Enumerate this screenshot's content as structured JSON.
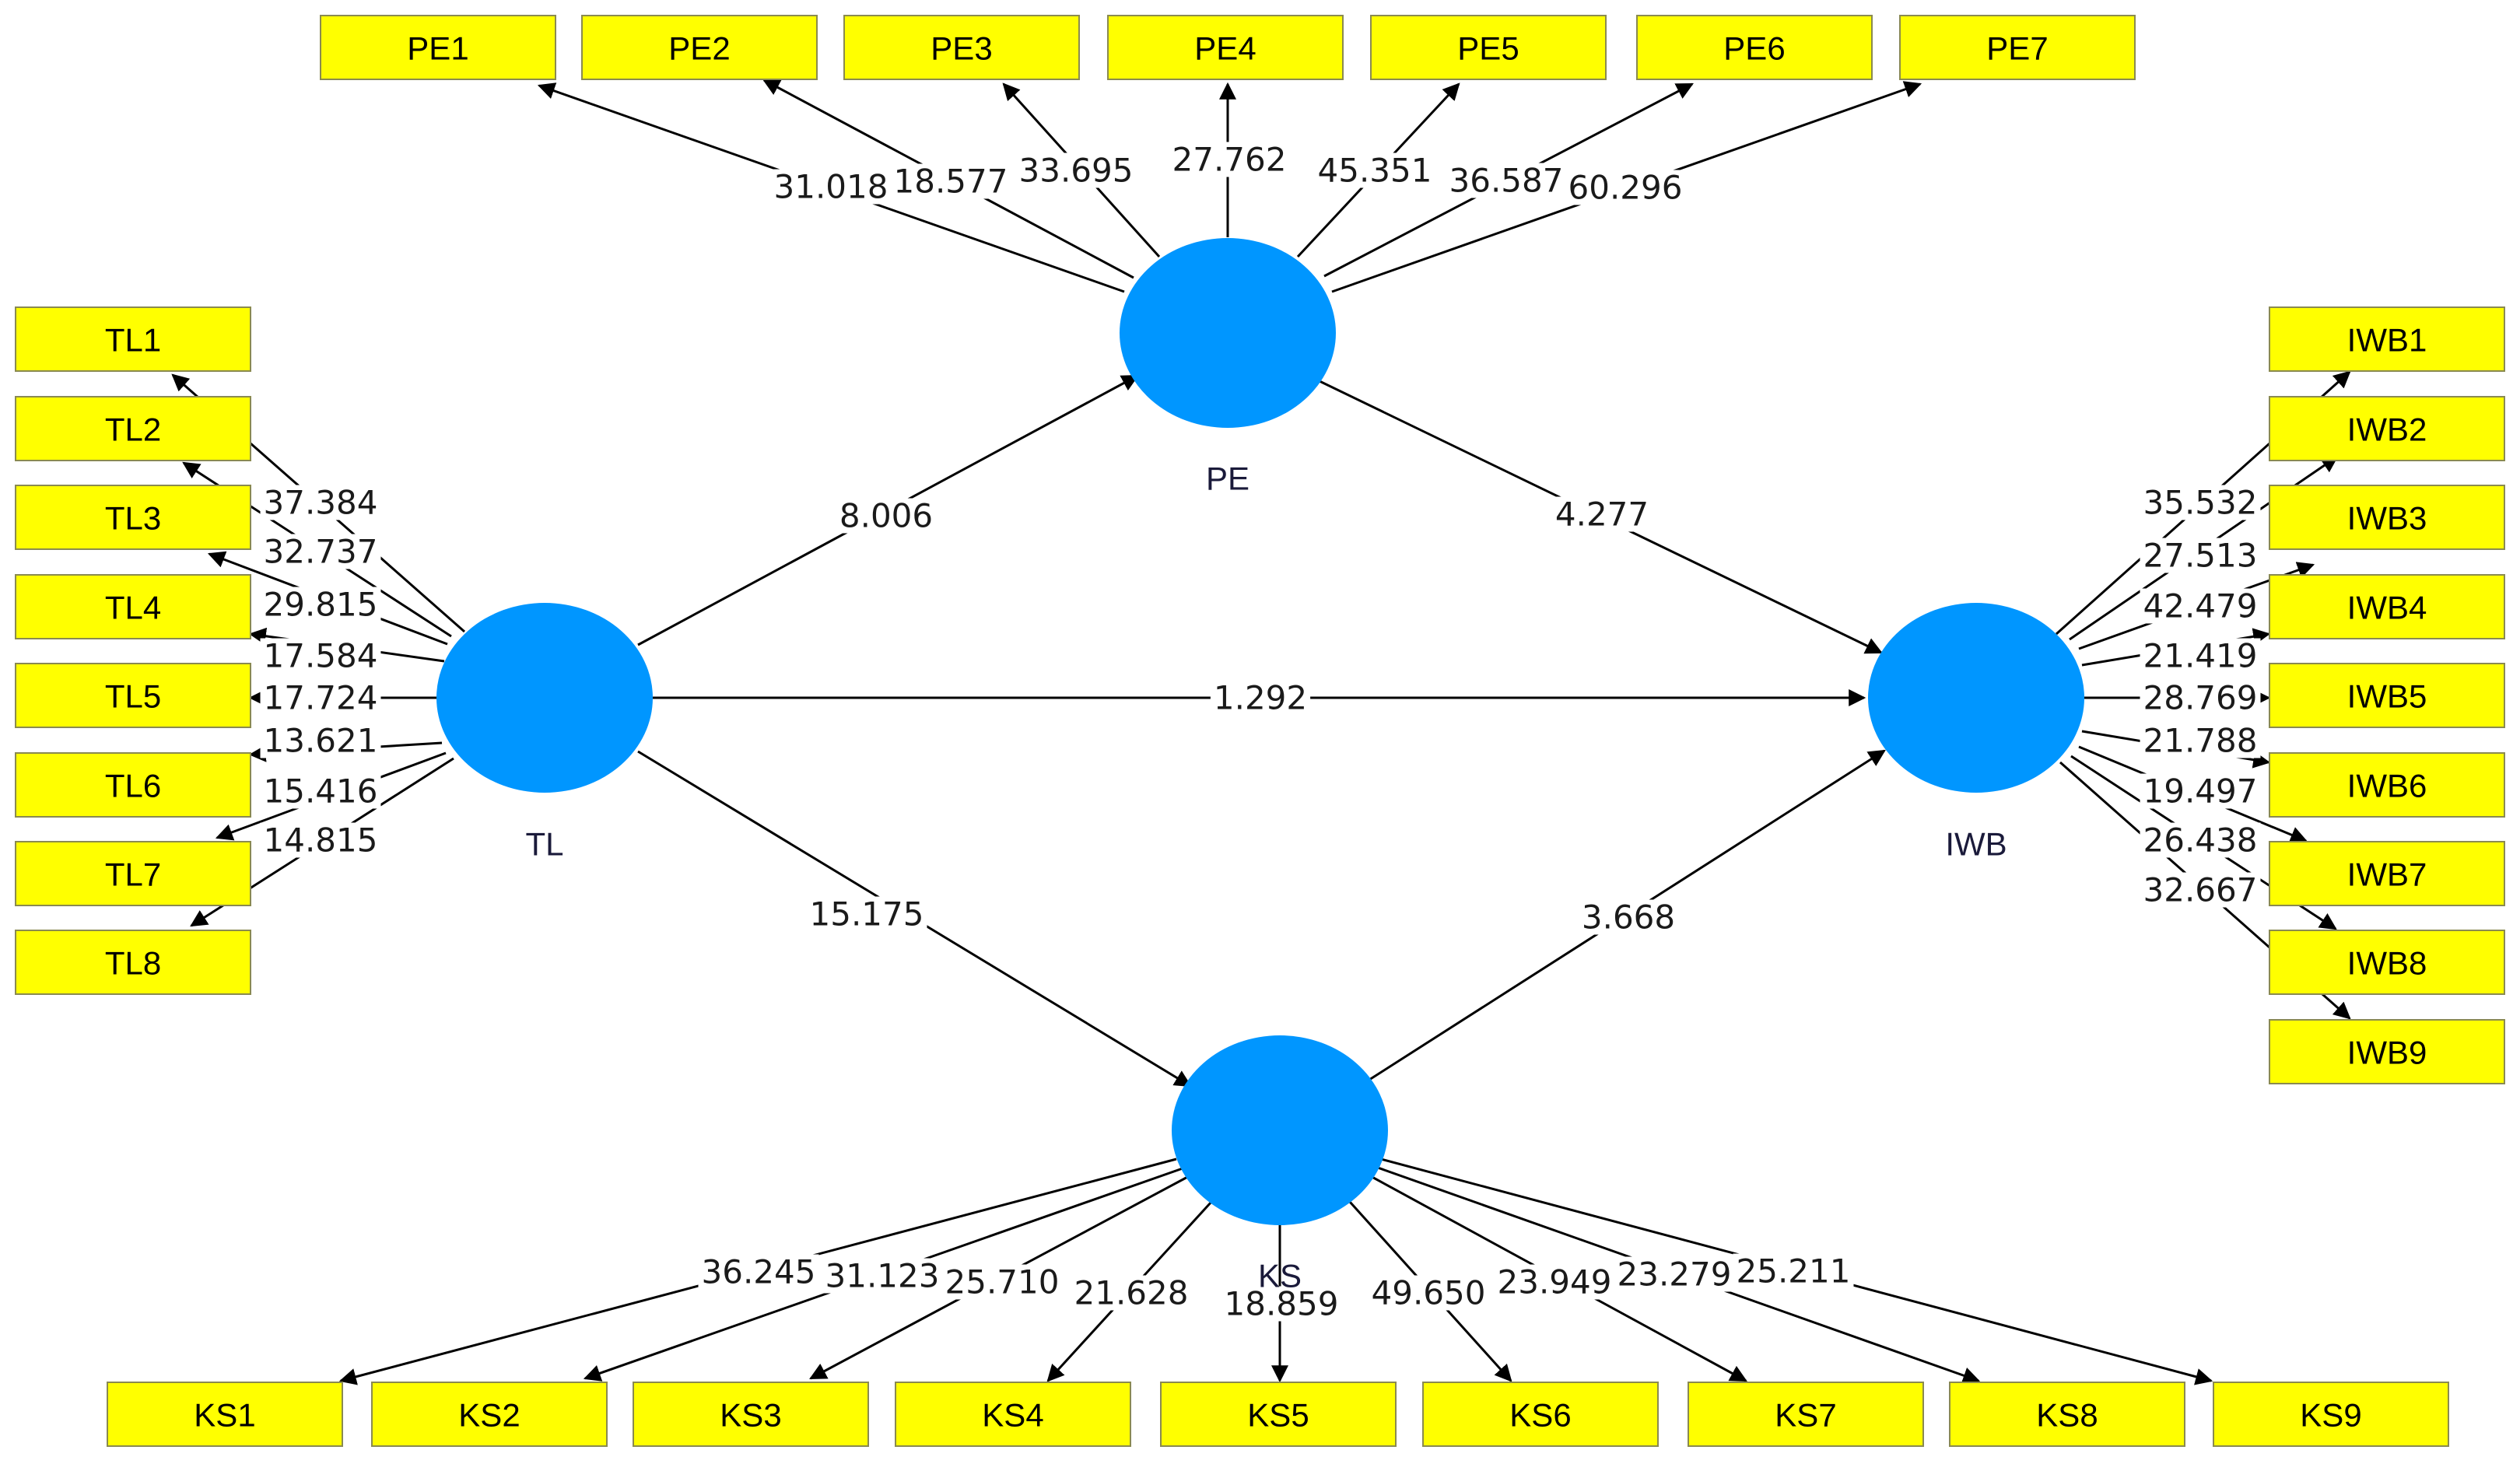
{
  "latent_variables": [
    {
      "id": "PE",
      "label": "PE"
    },
    {
      "id": "TL",
      "label": "TL"
    },
    {
      "id": "IWB",
      "label": "IWB"
    },
    {
      "id": "KS",
      "label": "KS"
    }
  ],
  "structural_paths": [
    {
      "from": "TL",
      "to": "PE",
      "value": "8.006"
    },
    {
      "from": "PE",
      "to": "IWB",
      "value": "4.277"
    },
    {
      "from": "TL",
      "to": "IWB",
      "value": "1.292"
    },
    {
      "from": "TL",
      "to": "KS",
      "value": "15.175"
    },
    {
      "from": "KS",
      "to": "IWB",
      "value": "3.668"
    }
  ],
  "indicator_groups": {
    "PE": {
      "indicators": [
        "PE1",
        "PE2",
        "PE3",
        "PE4",
        "PE5",
        "PE6",
        "PE7"
      ],
      "values": [
        "31.018",
        "18.577",
        "33.695",
        "27.762",
        "45.351",
        "36.587",
        "60.296"
      ]
    },
    "TL": {
      "indicators": [
        "TL1",
        "TL2",
        "TL3",
        "TL4",
        "TL5",
        "TL6",
        "TL7",
        "TL8"
      ],
      "values": [
        "37.384",
        "32.737",
        "29.815",
        "17.584",
        "17.724",
        "13.621",
        "15.416",
        "14.815"
      ]
    },
    "IWB": {
      "indicators": [
        "IWB1",
        "IWB2",
        "IWB3",
        "IWB4",
        "IWB5",
        "IWB6",
        "IWB7",
        "IWB8",
        "IWB9"
      ],
      "values": [
        "35.532",
        "27.513",
        "42.479",
        "21.419",
        "28.769",
        "21.788",
        "19.497",
        "26.438",
        "32.667"
      ]
    },
    "KS": {
      "indicators": [
        "KS1",
        "KS2",
        "KS3",
        "KS4",
        "KS5",
        "KS6",
        "KS7",
        "KS8",
        "KS9"
      ],
      "values": [
        "36.245",
        "31.123",
        "25.710",
        "21.628",
        "18.859",
        "49.650",
        "23.949",
        "23.279",
        "25.211"
      ]
    }
  },
  "colors": {
    "latent_fill": "#0096ff",
    "indicator_fill": "#ffff00",
    "edge": "#000000"
  }
}
